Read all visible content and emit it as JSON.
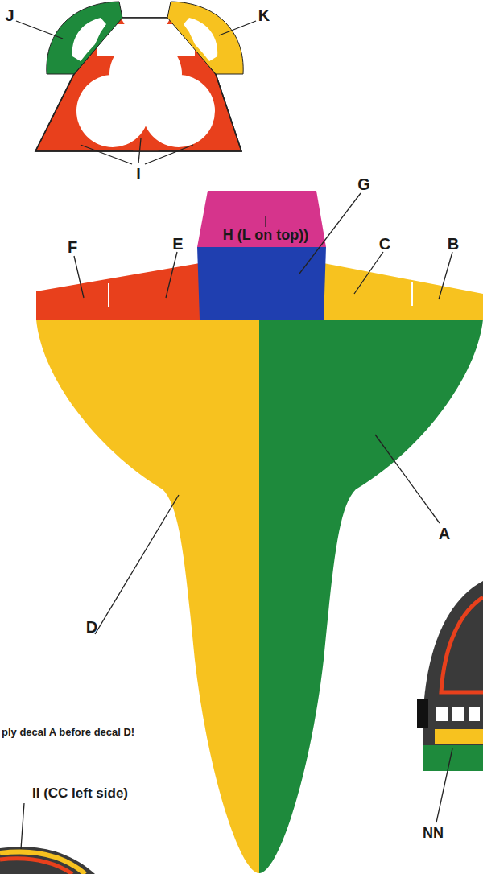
{
  "diagram": {
    "labels": [
      "J",
      "K",
      "I",
      "H (L on top))",
      "G",
      "F",
      "E",
      "C",
      "B",
      "A",
      "D",
      "ply decal A before decal D!",
      "II (CC left side)",
      "NN"
    ]
  }
}
